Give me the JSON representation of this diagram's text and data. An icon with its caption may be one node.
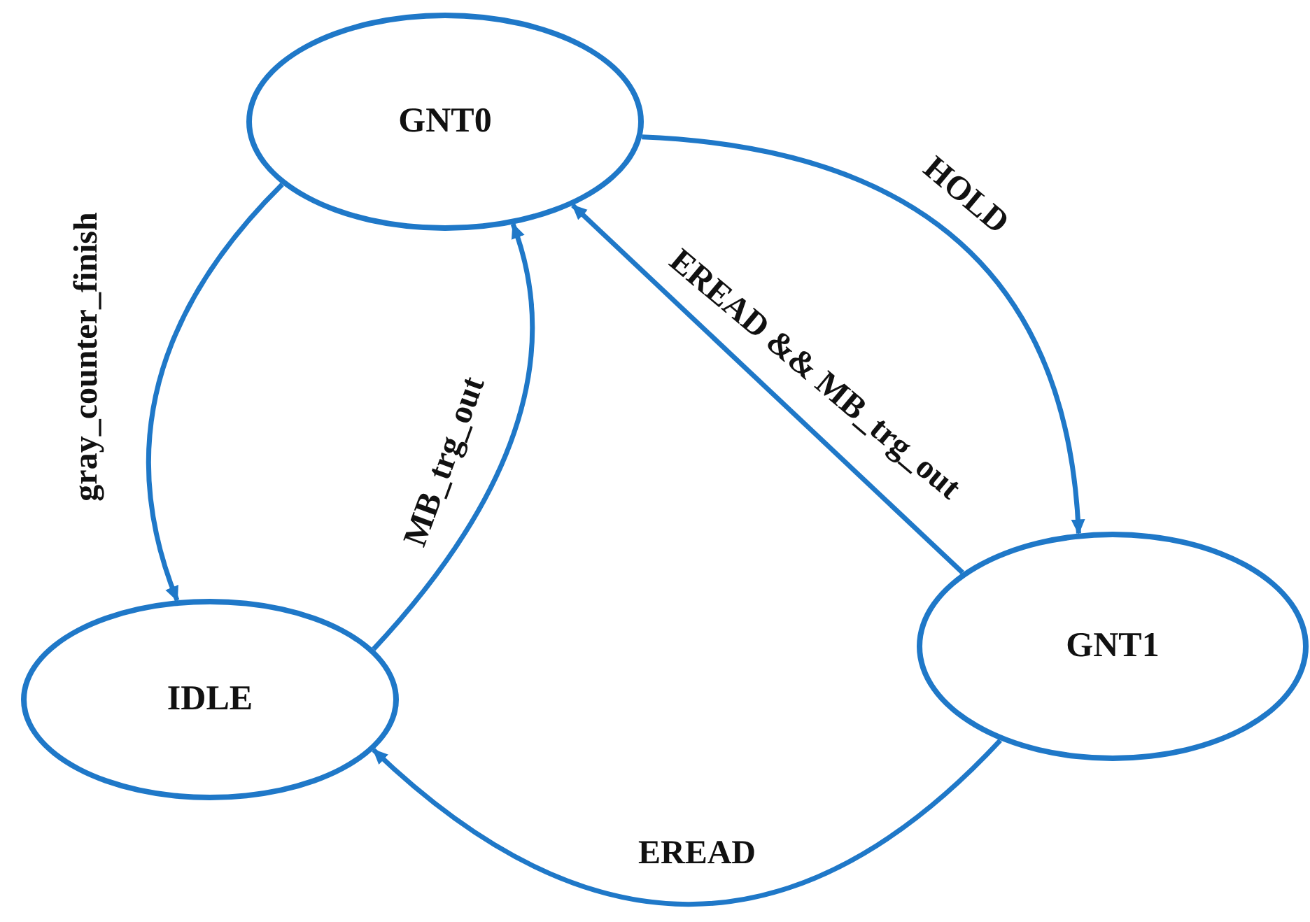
{
  "diagram": {
    "nodes": [
      {
        "text": [
          "GNT0"
        ]
      },
      {
        "text": [
          "IDLE"
        ]
      },
      {
        "text": [
          "GNT1"
        ]
      }
    ],
    "edges": [
      {
        "from": 0,
        "to": 1,
        "arrow": "to",
        "label": "gray_counter_finish"
      },
      {
        "from": 1,
        "to": 0,
        "arrow": "to",
        "label": "MB_trg_out"
      },
      {
        "from": 0,
        "to": 2,
        "arrow": "to",
        "label": "HOLD"
      },
      {
        "from": 2,
        "to": 0,
        "arrow": "to",
        "label": "EREAD && MB_trg_out"
      },
      {
        "from": 2,
        "to": 1,
        "arrow": "to",
        "label": "EREAD"
      }
    ]
  }
}
